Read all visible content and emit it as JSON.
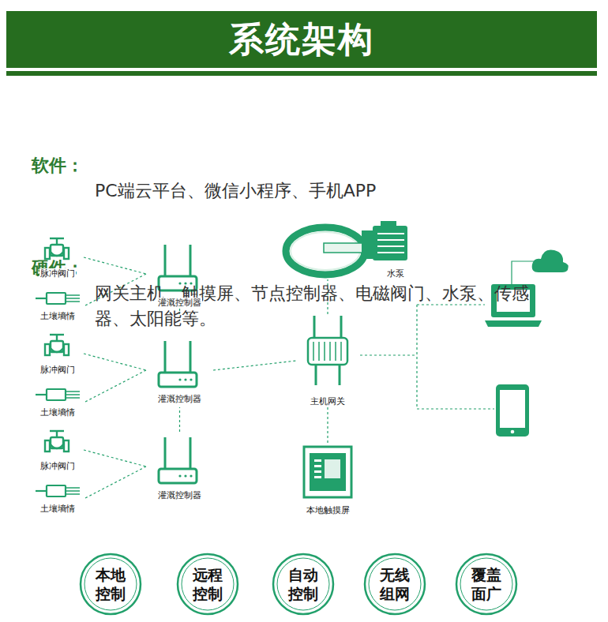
{
  "diagram": {
    "title": "系统架构",
    "nodes": [
      {
        "text": [
          "脉冲阀门"
        ]
      },
      {
        "text": [
          "土壤墒情"
        ]
      },
      {
        "text": [
          "灌溉控制器"
        ]
      },
      {
        "text": [
          "脉冲阀门"
        ]
      },
      {
        "text": [
          "土壤墒情"
        ]
      },
      {
        "text": [
          "灌溉控制器"
        ]
      },
      {
        "text": [
          "脉冲阀门"
        ]
      },
      {
        "text": [
          "土壤墒情"
        ]
      },
      {
        "text": [
          "灌溉控制器"
        ]
      },
      {
        "text": [
          "水泵"
        ]
      },
      {
        "text": [
          "主机网关"
        ]
      },
      {
        "text": [
          "本地触摸屏"
        ]
      },
      {
        "text": [
          "本地 控制"
        ]
      },
      {
        "text": [
          "远程 控制"
        ]
      },
      {
        "text": [
          "自动 控制"
        ]
      },
      {
        "text": [
          "无线 组网"
        ]
      },
      {
        "text": [
          "覆盖 面广"
        ]
      }
    ],
    "edges": [
      {
        "from": 0,
        "to": 2,
        "arrow": "none"
      },
      {
        "from": 1,
        "to": 2,
        "arrow": "none"
      },
      {
        "from": 2,
        "to": 10,
        "arrow": "none"
      },
      {
        "from": 3,
        "to": 5,
        "arrow": "none"
      },
      {
        "from": 4,
        "to": 5,
        "arrow": "none"
      },
      {
        "from": 5,
        "to": 10,
        "arrow": "none"
      },
      {
        "from": 6,
        "to": 8,
        "arrow": "none"
      },
      {
        "from": 7,
        "to": 8,
        "arrow": "none"
      },
      {
        "from": 8,
        "to": 10,
        "arrow": "none"
      },
      {
        "from": 10,
        "to": 9,
        "arrow": "none"
      },
      {
        "from": 10,
        "to": 11,
        "arrow": "none"
      }
    ],
    "labels": [
      "软件：",
      "PC端云平台、微信小程序、手机APP",
      "硬件：",
      "网关主机、触摸屏、节点控制器、电磁阀门、水泵、传感器、太阳能等。"
    ]
  }
}
